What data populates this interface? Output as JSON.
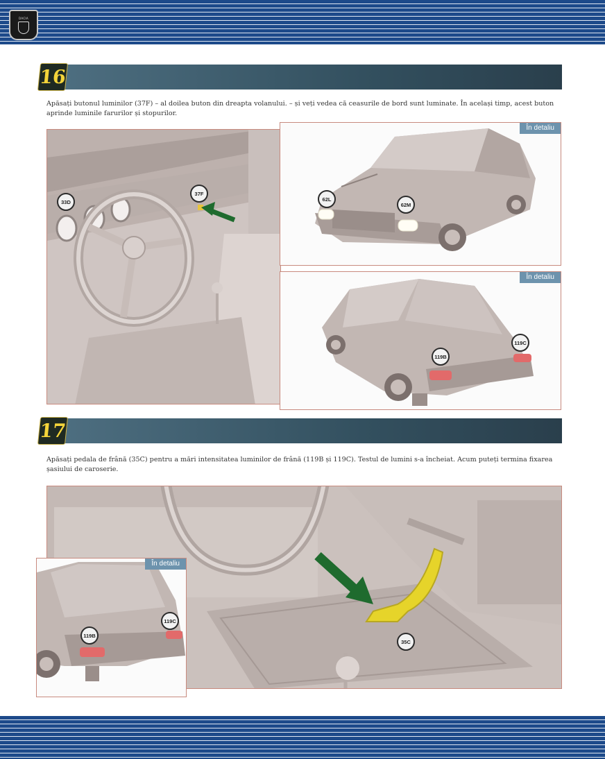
{
  "header": {
    "logo_text": "DACIA"
  },
  "steps": [
    {
      "number": "16",
      "text": "Apăsați butonul luminilor (37F) – al doilea buton din dreapta volanului. – și veți vedea că ceasurile de bord sunt luminate. În același timp, acest buton aprinde luminile farurilor și stopurilor.",
      "callouts": [
        "33D",
        "37F",
        "62L",
        "62M",
        "119B",
        "119C"
      ],
      "detail_label": "În detaliu"
    },
    {
      "number": "17",
      "text": "Apăsați pedala de frână (35C) pentru a mări intensitatea luminilor de frână (119B și 119C). Testul de lumini s-a încheiat. Acum puteți termina fixarea șasiului de caroserie.",
      "callouts": [
        "35C",
        "119B",
        "119C"
      ],
      "detail_label": "În detaliu"
    }
  ],
  "colors": {
    "band": "#1d4a8a",
    "step_bar": "#33505f",
    "step_number": "#f4d43a",
    "detail_tab": "#6d93ad",
    "arrow": "#1f6b2e",
    "pedal": "#e6d42a",
    "light_red": "#e26a6a"
  }
}
